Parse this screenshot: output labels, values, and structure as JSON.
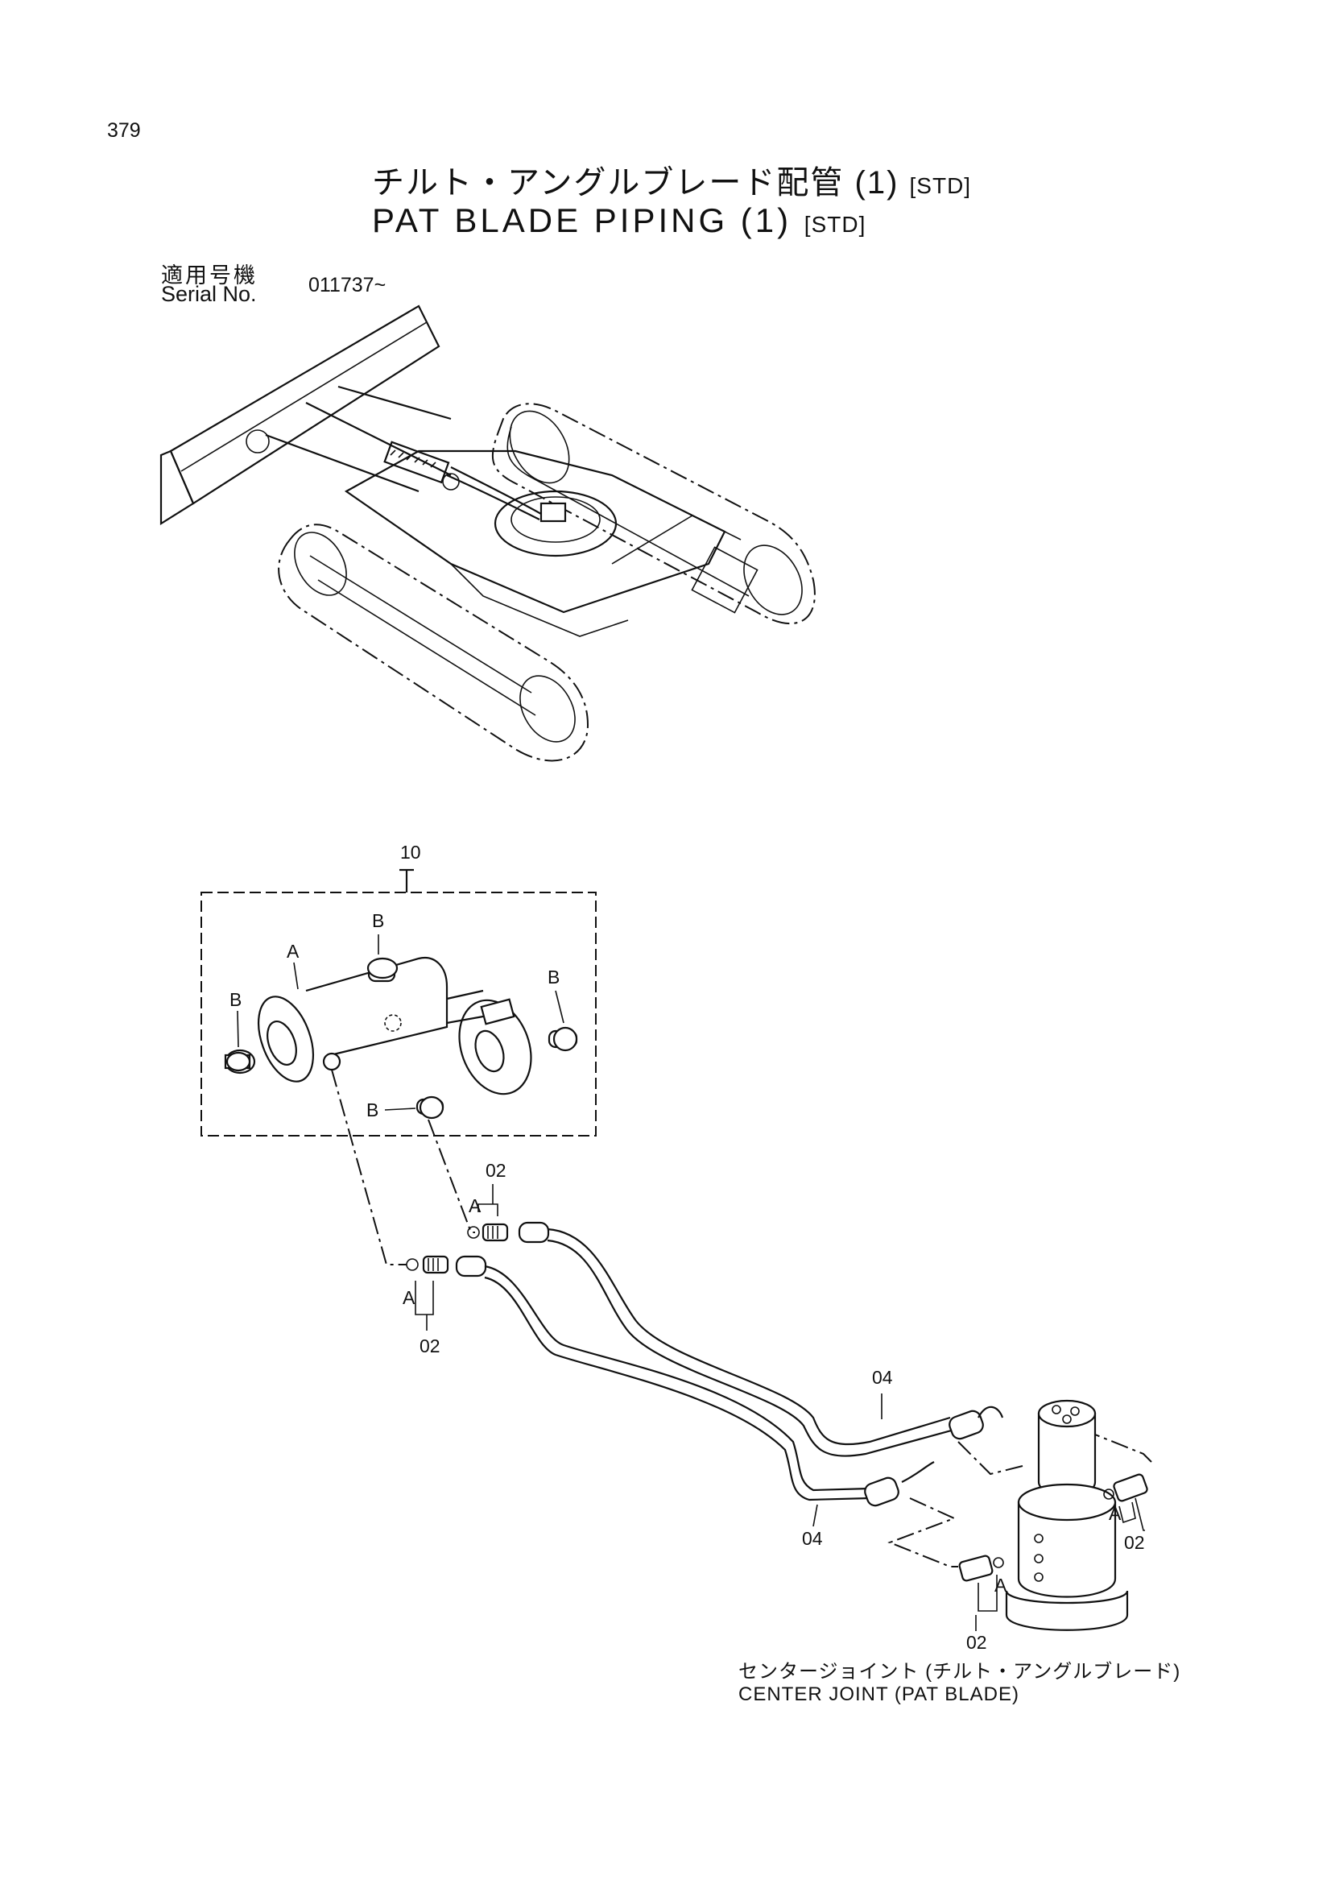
{
  "page_number": "379",
  "title": {
    "jp": "チルト・アングルブレード配管 (1)",
    "en": "PAT BLADE PIPING (1)",
    "tag": "[STD]"
  },
  "serial": {
    "label_jp": "適用号機",
    "label_en": "Serial No.",
    "value": "011737~"
  },
  "callouts": {
    "group_10": "10",
    "a_labels": [
      "A",
      "A",
      "A",
      "A",
      "A"
    ],
    "b_labels": [
      "B",
      "B",
      "B",
      "B"
    ],
    "parts": {
      "p02_upper": "02",
      "p02_lower": "02",
      "p02_right": "02",
      "p02_bottom": "02",
      "p04_upper": "04",
      "p04_lower": "04"
    }
  },
  "center_joint": {
    "label_jp": "センタージョイント (チルト・アングルブレード)",
    "label_en": "CENTER JOINT (PAT BLADE)"
  }
}
